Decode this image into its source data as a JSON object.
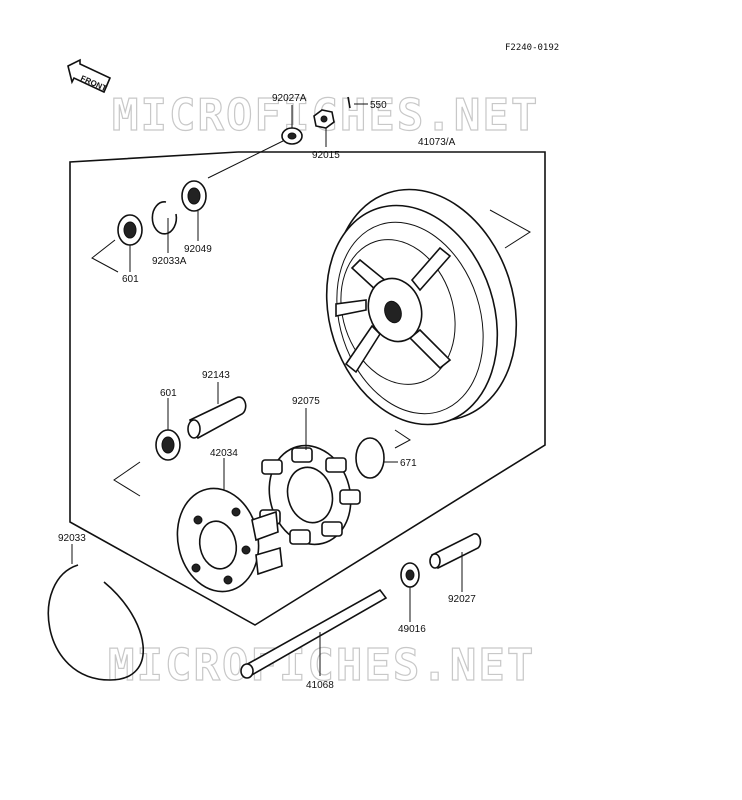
{
  "figure_code": "F2240-0192",
  "front_arrow": "FRONT",
  "watermark": "MICROFICHES.NET",
  "parts": {
    "p92027a": "92027A",
    "p550": "550",
    "p92015": "92015",
    "p41073a": "41073/A",
    "p601_top": "601",
    "p92033a": "92033A",
    "p92049": "92049",
    "p92143": "92143",
    "p601_mid": "601",
    "p92075": "92075",
    "p42034": "42034",
    "p671": "671",
    "p92033": "92033",
    "p49016": "49016",
    "p92027": "92027",
    "p41068": "41068"
  }
}
